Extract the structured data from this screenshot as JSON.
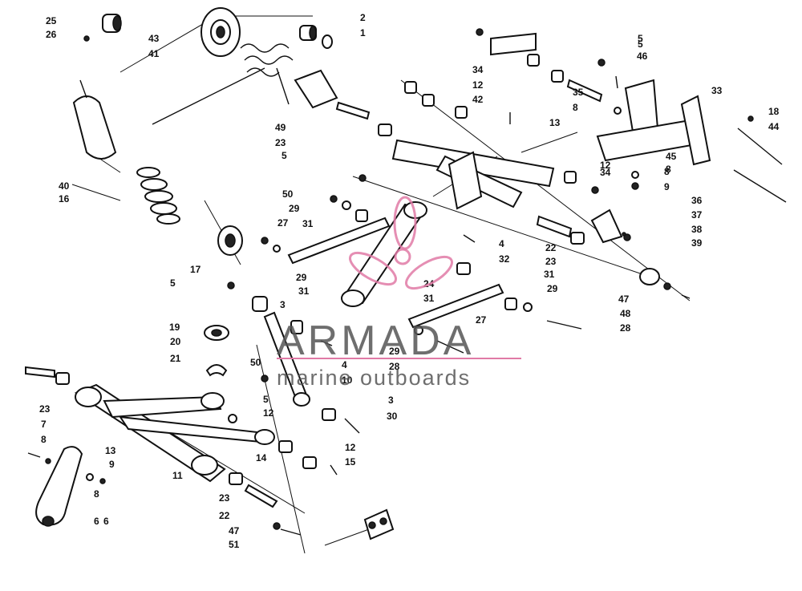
{
  "diagram": {
    "labels": [
      "25",
      "26",
      "2",
      "1",
      "43",
      "41",
      "49",
      "23",
      "40",
      "16",
      "17",
      "5",
      "19",
      "20",
      "21",
      "23",
      "7",
      "8",
      "13",
      "6",
      "9",
      "8",
      "11",
      "6",
      "23",
      "22",
      "47",
      "51",
      "50",
      "29",
      "27",
      "31",
      "29",
      "31",
      "3",
      "4",
      "10",
      "50",
      "5",
      "12",
      "14",
      "12",
      "15",
      "3",
      "30",
      "24",
      "31",
      "27",
      "29",
      "28",
      "5",
      "34",
      "12",
      "42",
      "5",
      "46",
      "35",
      "8",
      "13",
      "33",
      "18",
      "44",
      "45",
      "12",
      "34",
      "8",
      "9",
      "36",
      "37",
      "38",
      "39",
      "4",
      "32",
      "22",
      "23",
      "31",
      "29",
      "47",
      "48",
      "28",
      "5",
      "8"
    ]
  },
  "watermark": {
    "brand": "ARMADA",
    "tagline": "marine outboards",
    "accent_color": "#e07aa6"
  }
}
